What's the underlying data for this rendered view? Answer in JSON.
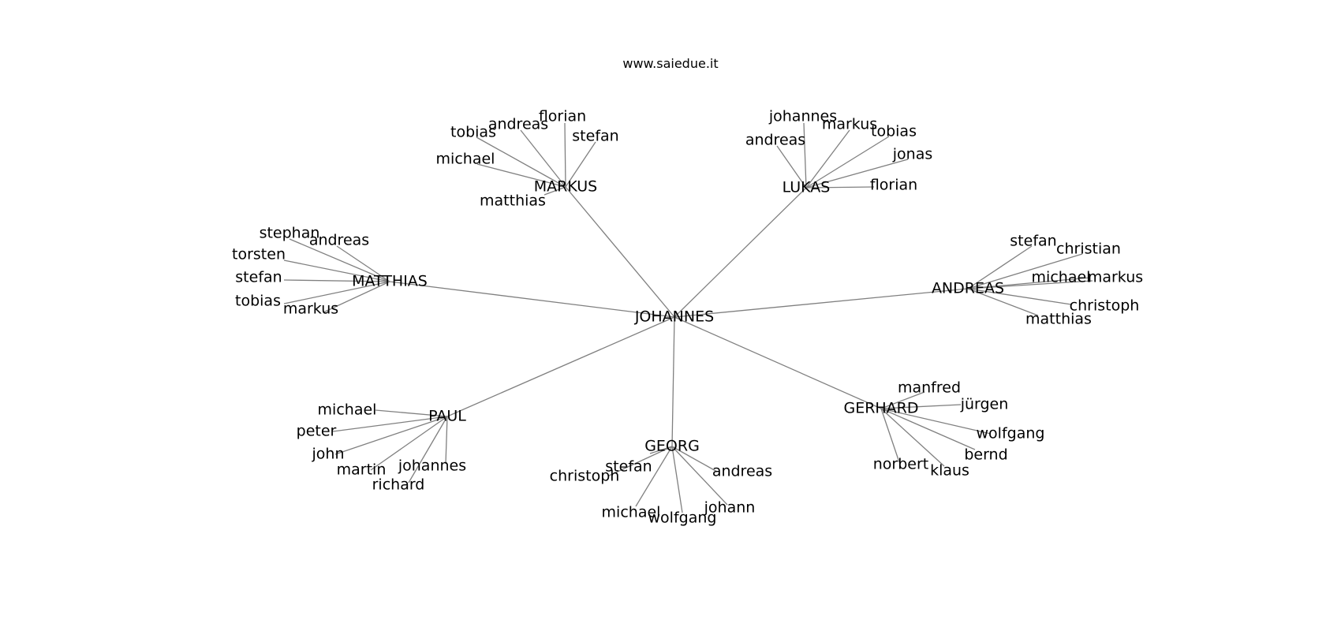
{
  "site": {
    "title": "www.saiedue.it"
  },
  "diagram": {
    "type": "name-network",
    "root": "JOHANNES",
    "edge_color": "#808080",
    "clusters": [
      {
        "hub": "MARKUS",
        "leaves": [
          "florian",
          "andreas",
          "tobias",
          "stefan",
          "michael",
          "matthias"
        ]
      },
      {
        "hub": "LUKAS",
        "leaves": [
          "johannes",
          "markus",
          "tobias",
          "andreas",
          "jonas",
          "florian"
        ]
      },
      {
        "hub": "MATTHIAS",
        "leaves": [
          "stephan",
          "andreas",
          "torsten",
          "stefan",
          "tobias",
          "markus"
        ]
      },
      {
        "hub": "ANDREAS",
        "leaves": [
          "stefan",
          "christian",
          "michael",
          "markus",
          "christoph",
          "matthias"
        ]
      },
      {
        "hub": "PAUL",
        "leaves": [
          "michael",
          "peter",
          "john",
          "martin",
          "johannes",
          "richard"
        ]
      },
      {
        "hub": "GEORG",
        "leaves": [
          "stefan",
          "christoph",
          "andreas",
          "michael",
          "wolfgang",
          "johann"
        ]
      },
      {
        "hub": "GERHARD",
        "leaves": [
          "manfred",
          "jürgen",
          "wolfgang",
          "bernd",
          "norbert",
          "klaus"
        ]
      }
    ]
  }
}
